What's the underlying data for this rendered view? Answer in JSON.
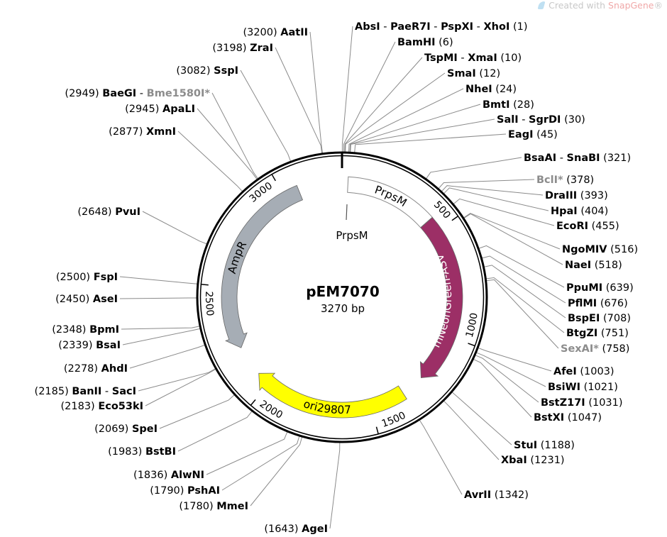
{
  "watermark": {
    "prefix": "Created with ",
    "brand": "SnapGene",
    "suffix": "®"
  },
  "plasmid": {
    "name": "pEM7070",
    "length_label": "3270 bp",
    "length_bp": 3270
  },
  "colors": {
    "mNeonGreen": "#9c2f66",
    "ori": "#ffff00",
    "AmpR": "#a6adb5",
    "promoter": "#ffffff",
    "line": "#8a8a8a",
    "muted": "#8c8c8c"
  },
  "features": [
    {
      "label": "PrpsM",
      "kind": "box",
      "start": 27,
      "end": 440,
      "color": "#ffffff",
      "text_color": "#000000"
    },
    {
      "label": "mNeonGreen-ASV",
      "kind": "arrow",
      "start": 441,
      "end": 1231,
      "direction": "cw",
      "color": "#9c2f66",
      "text_color": "#ffffff"
    },
    {
      "label": "ori29807",
      "kind": "arrow",
      "start": 1340,
      "end": 2067,
      "direction": "cw",
      "color": "#ffff00",
      "text_color": "#000000"
    },
    {
      "label": "AmpR",
      "kind": "arrow",
      "start": 2211,
      "end": 3070,
      "direction": "ccw",
      "color": "#a6adb5",
      "text_color": "#000000"
    }
  ],
  "promoter_marker": {
    "label": "PrpsM",
    "pos": 35
  },
  "ticks": [
    {
      "value": 500,
      "label": "500"
    },
    {
      "value": 1000,
      "label": "1000"
    },
    {
      "value": 1500,
      "label": "1500"
    },
    {
      "value": 2000,
      "label": "2000"
    },
    {
      "value": 2500,
      "label": "2500"
    },
    {
      "value": 3000,
      "label": "3000"
    }
  ],
  "sites": [
    {
      "enzymes": [
        "AbsI",
        "PaeR7I",
        "PspXI",
        "XhoI"
      ],
      "muted": [
        false,
        false,
        false,
        false
      ],
      "pos": 1,
      "pos_text": "(1)"
    },
    {
      "enzymes": [
        "BamHI"
      ],
      "muted": [
        false
      ],
      "pos": 6,
      "pos_text": "(6)"
    },
    {
      "enzymes": [
        "TspMI",
        "XmaI"
      ],
      "muted": [
        false,
        false
      ],
      "pos": 10,
      "pos_text": "(10)"
    },
    {
      "enzymes": [
        "SmaI"
      ],
      "muted": [
        false
      ],
      "pos": 12,
      "pos_text": "(12)"
    },
    {
      "enzymes": [
        "NheI"
      ],
      "muted": [
        false
      ],
      "pos": 24,
      "pos_text": "(24)"
    },
    {
      "enzymes": [
        "BmtI"
      ],
      "muted": [
        false
      ],
      "pos": 28,
      "pos_text": "(28)"
    },
    {
      "enzymes": [
        "SalI",
        "SgrDI"
      ],
      "muted": [
        false,
        false
      ],
      "pos": 30,
      "pos_text": "(30)"
    },
    {
      "enzymes": [
        "EagI"
      ],
      "muted": [
        false
      ],
      "pos": 45,
      "pos_text": "(45)"
    },
    {
      "enzymes": [
        "BsaAI",
        "SnaBI"
      ],
      "muted": [
        false,
        false
      ],
      "pos": 321,
      "pos_text": "(321)"
    },
    {
      "enzymes": [
        "BclI*"
      ],
      "muted": [
        true
      ],
      "pos": 378,
      "pos_text": "(378)"
    },
    {
      "enzymes": [
        "DraIII"
      ],
      "muted": [
        false
      ],
      "pos": 393,
      "pos_text": "(393)"
    },
    {
      "enzymes": [
        "HpaI"
      ],
      "muted": [
        false
      ],
      "pos": 404,
      "pos_text": "(404)"
    },
    {
      "enzymes": [
        "EcoRI"
      ],
      "muted": [
        false
      ],
      "pos": 455,
      "pos_text": "(455)"
    },
    {
      "enzymes": [
        "NgoMIV"
      ],
      "muted": [
        false
      ],
      "pos": 516,
      "pos_text": "(516)"
    },
    {
      "enzymes": [
        "NaeI"
      ],
      "muted": [
        false
      ],
      "pos": 518,
      "pos_text": "(518)"
    },
    {
      "enzymes": [
        "PpuMI"
      ],
      "muted": [
        false
      ],
      "pos": 639,
      "pos_text": "(639)"
    },
    {
      "enzymes": [
        "PflMI"
      ],
      "muted": [
        false
      ],
      "pos": 676,
      "pos_text": "(676)"
    },
    {
      "enzymes": [
        "BspEI"
      ],
      "muted": [
        false
      ],
      "pos": 708,
      "pos_text": "(708)"
    },
    {
      "enzymes": [
        "BtgZI"
      ],
      "muted": [
        false
      ],
      "pos": 751,
      "pos_text": "(751)"
    },
    {
      "enzymes": [
        "SexAI*"
      ],
      "muted": [
        true
      ],
      "pos": 758,
      "pos_text": "(758)"
    },
    {
      "enzymes": [
        "AfeI"
      ],
      "muted": [
        false
      ],
      "pos": 1003,
      "pos_text": "(1003)"
    },
    {
      "enzymes": [
        "BsiWI"
      ],
      "muted": [
        false
      ],
      "pos": 1021,
      "pos_text": "(1021)"
    },
    {
      "enzymes": [
        "BstZ17I"
      ],
      "muted": [
        false
      ],
      "pos": 1031,
      "pos_text": "(1031)"
    },
    {
      "enzymes": [
        "BstXI"
      ],
      "muted": [
        false
      ],
      "pos": 1047,
      "pos_text": "(1047)"
    },
    {
      "enzymes": [
        "StuI"
      ],
      "muted": [
        false
      ],
      "pos": 1188,
      "pos_text": "(1188)"
    },
    {
      "enzymes": [
        "XbaI"
      ],
      "muted": [
        false
      ],
      "pos": 1231,
      "pos_text": "(1231)"
    },
    {
      "enzymes": [
        "AvrII"
      ],
      "muted": [
        false
      ],
      "pos": 1342,
      "pos_text": "(1342)"
    },
    {
      "enzymes": [
        "AgeI"
      ],
      "muted": [
        false
      ],
      "pos": 1643,
      "pos_text": "(1643)"
    },
    {
      "enzymes": [
        "MmeI"
      ],
      "muted": [
        false
      ],
      "pos": 1780,
      "pos_text": "(1780)"
    },
    {
      "enzymes": [
        "PshAI"
      ],
      "muted": [
        false
      ],
      "pos": 1790,
      "pos_text": "(1790)"
    },
    {
      "enzymes": [
        "AlwNI"
      ],
      "muted": [
        false
      ],
      "pos": 1836,
      "pos_text": "(1836)"
    },
    {
      "enzymes": [
        "BstBI"
      ],
      "muted": [
        false
      ],
      "pos": 1983,
      "pos_text": "(1983)"
    },
    {
      "enzymes": [
        "SpeI"
      ],
      "muted": [
        false
      ],
      "pos": 2069,
      "pos_text": "(2069)"
    },
    {
      "enzymes": [
        "Eco53kI"
      ],
      "muted": [
        false
      ],
      "pos": 2183,
      "pos_text": "(2183)"
    },
    {
      "enzymes": [
        "BanII",
        "SacI"
      ],
      "muted": [
        false,
        false
      ],
      "pos": 2185,
      "pos_text": "(2185)"
    },
    {
      "enzymes": [
        "AhdI"
      ],
      "muted": [
        false
      ],
      "pos": 2278,
      "pos_text": "(2278)"
    },
    {
      "enzymes": [
        "BsaI"
      ],
      "muted": [
        false
      ],
      "pos": 2339,
      "pos_text": "(2339)"
    },
    {
      "enzymes": [
        "BpmI"
      ],
      "muted": [
        false
      ],
      "pos": 2348,
      "pos_text": "(2348)"
    },
    {
      "enzymes": [
        "AseI"
      ],
      "muted": [
        false
      ],
      "pos": 2450,
      "pos_text": "(2450)"
    },
    {
      "enzymes": [
        "FspI"
      ],
      "muted": [
        false
      ],
      "pos": 2500,
      "pos_text": "(2500)"
    },
    {
      "enzymes": [
        "PvuI"
      ],
      "muted": [
        false
      ],
      "pos": 2648,
      "pos_text": "(2648)"
    },
    {
      "enzymes": [
        "XmnI"
      ],
      "muted": [
        false
      ],
      "pos": 2877,
      "pos_text": "(2877)"
    },
    {
      "enzymes": [
        "ApaLI"
      ],
      "muted": [
        false
      ],
      "pos": 2945,
      "pos_text": "(2945)"
    },
    {
      "enzymes": [
        "BaeGI",
        "Bme1580I*"
      ],
      "muted": [
        false,
        true
      ],
      "pos": 2949,
      "pos_text": "(2949)"
    },
    {
      "enzymes": [
        "SspI"
      ],
      "muted": [
        false
      ],
      "pos": 3082,
      "pos_text": "(3082)"
    },
    {
      "enzymes": [
        "ZraI"
      ],
      "muted": [
        false
      ],
      "pos": 3198,
      "pos_text": "(3198)"
    },
    {
      "enzymes": [
        "AatII"
      ],
      "muted": [
        false
      ],
      "pos": 3200,
      "pos_text": "(3200)"
    }
  ]
}
